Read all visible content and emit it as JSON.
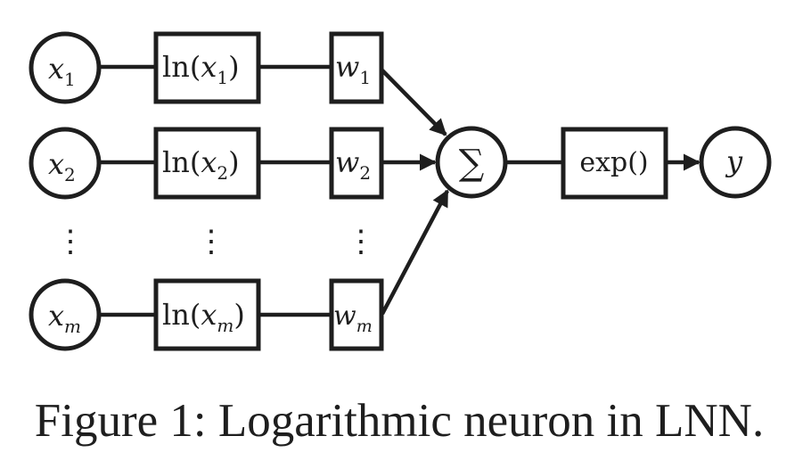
{
  "diagram": {
    "rows": [
      {
        "input": "x",
        "input_sub": "1",
        "log_label": "ln(",
        "log_var": "x",
        "log_sub": "1",
        "log_close": ")",
        "weight": "w",
        "weight_sub": "1"
      },
      {
        "input": "x",
        "input_sub": "2",
        "log_label": "ln(",
        "log_var": "x",
        "log_sub": "2",
        "log_close": ")",
        "weight": "w",
        "weight_sub": "2"
      },
      {
        "input": "x",
        "input_sub": "m",
        "log_label": "ln(",
        "log_var": "x",
        "log_sub": "m",
        "log_close": ")",
        "weight": "w",
        "weight_sub": "m"
      }
    ],
    "ellipsis": "⋮",
    "sum_symbol": "∑",
    "activation": "exp()",
    "output": "y"
  },
  "caption": "Figure 1: Logarithmic neuron in LNN.",
  "colors": {
    "ink": "#1e1e1e",
    "background": "#ffffff"
  }
}
